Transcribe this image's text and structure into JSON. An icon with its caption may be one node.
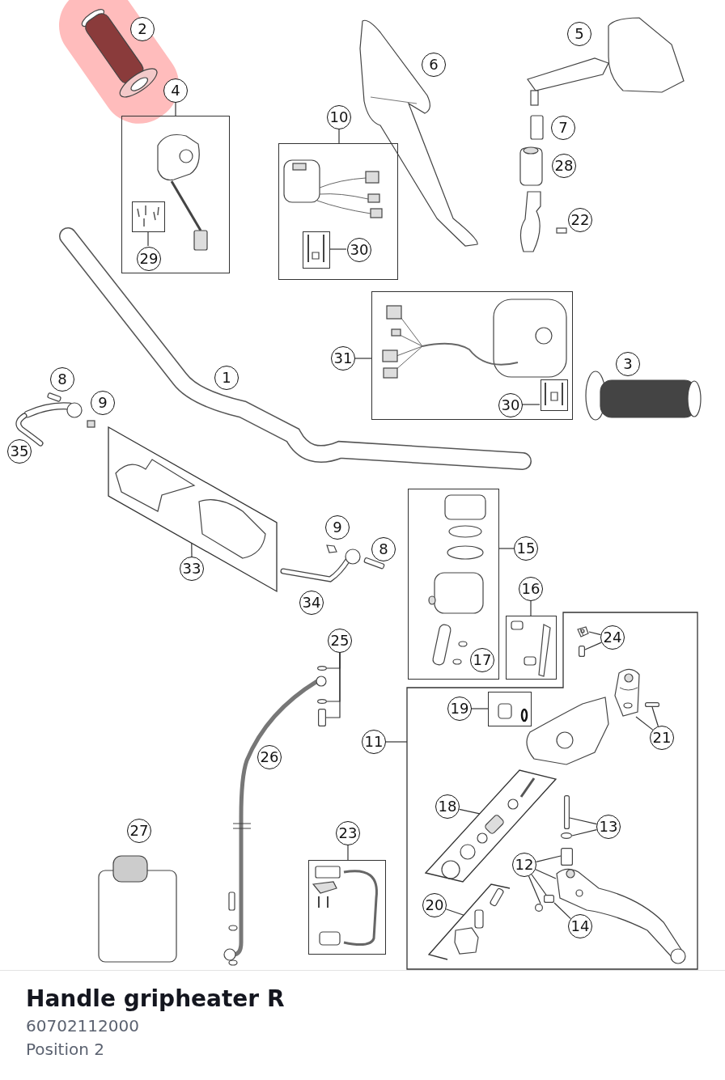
{
  "diagram": {
    "title": "Handle gripheater R",
    "nodes": [
      {
        "text": [
          "2"
        ]
      },
      {
        "text": [
          "4"
        ]
      },
      {
        "text": [],
        "shape": "box"
      },
      {
        "text": [],
        "shape": "box",
        "in": 2
      },
      {
        "text": [
          "29"
        ],
        "in": 2
      },
      {
        "text": [
          "6"
        ]
      },
      {
        "text": [
          "10"
        ]
      },
      {
        "text": [],
        "shape": "box"
      },
      {
        "text": [],
        "shape": "box",
        "in": 7
      },
      {
        "text": [
          "30"
        ],
        "in": 7
      },
      {
        "text": [
          "5"
        ]
      },
      {
        "text": [
          "7"
        ]
      },
      {
        "text": [
          "28"
        ]
      },
      {
        "text": [
          "22"
        ]
      },
      {
        "text": [
          "31"
        ]
      },
      {
        "text": [],
        "shape": "box"
      },
      {
        "text": [],
        "shape": "box",
        "in": 15
      },
      {
        "text": [
          "30"
        ],
        "in": 15
      },
      {
        "text": [
          "3"
        ]
      },
      {
        "text": [
          "1"
        ]
      },
      {
        "text": [
          "8"
        ]
      },
      {
        "text": [
          "9"
        ]
      },
      {
        "text": [
          "35"
        ]
      },
      {
        "text": [],
        "shape": "box"
      },
      {
        "text": [
          "33"
        ]
      },
      {
        "text": [
          "9"
        ]
      },
      {
        "text": [
          "8"
        ]
      },
      {
        "text": [
          "34"
        ]
      },
      {
        "text": [],
        "shape": "box"
      },
      {
        "text": [
          "15"
        ]
      },
      {
        "text": [
          "17"
        ],
        "in": 28
      },
      {
        "text": [
          "16"
        ]
      },
      {
        "text": [],
        "shape": "box"
      },
      {
        "text": [
          "25"
        ]
      },
      {
        "text": [],
        "shape": "box"
      },
      {
        "text": [
          "24"
        ],
        "in": 34
      },
      {
        "text": [
          "19"
        ],
        "in": 34
      },
      {
        "text": [],
        "shape": "box",
        "in": 34
      },
      {
        "text": [
          "11"
        ]
      },
      {
        "text": [
          "21"
        ],
        "in": 34
      },
      {
        "text": [],
        "shape": "box",
        "in": 34
      },
      {
        "text": [
          "18"
        ],
        "in": 34
      },
      {
        "text": [
          "13"
        ],
        "in": 34
      },
      {
        "text": [
          "12"
        ],
        "in": 34
      },
      {
        "text": [
          "20"
        ],
        "in": 34
      },
      {
        "text": [],
        "shape": "box",
        "in": 34
      },
      {
        "text": [
          "14"
        ],
        "in": 34
      },
      {
        "text": [
          "26"
        ]
      },
      {
        "text": [
          "27"
        ]
      },
      {
        "text": [
          "23"
        ]
      },
      {
        "text": [],
        "shape": "box"
      },
      {
        "text": [],
        "shape": "circle"
      },
      {
        "text": [],
        "shape": "circle"
      },
      {
        "text": [],
        "shape": "box"
      },
      {
        "text": [],
        "shape": "picture",
        "in": 34
      },
      {
        "text": [],
        "shape": "box",
        "in": 34
      },
      {
        "text": [],
        "shape": "picture",
        "in": 34
      },
      {
        "text": [],
        "shape": "box",
        "in": 34
      },
      {
        "text": [],
        "shape": "box",
        "in": 34
      },
      {
        "text": [],
        "shape": "circle",
        "in": 34
      },
      {
        "text": [],
        "shape": "box",
        "in": 34
      },
      {
        "text": [],
        "shape": "picture",
        "in": 34
      },
      {
        "text": [],
        "shape": "box",
        "in": 34
      },
      {
        "text": [],
        "shape": "circle",
        "in": 34
      }
    ],
    "edges": [
      {
        "from": 1,
        "to": 2,
        "arrow": "none"
      },
      {
        "from": 4,
        "to": 3,
        "arrow": "none"
      },
      {
        "from": 6,
        "to": 7,
        "arrow": "none"
      },
      {
        "from": 9,
        "to": 8,
        "arrow": "none"
      },
      {
        "from": 14,
        "to": 15,
        "arrow": "none"
      },
      {
        "from": 17,
        "to": 16,
        "arrow": "none"
      },
      {
        "from": 24,
        "to": 23,
        "arrow": "none"
      },
      {
        "from": 29,
        "to": 28,
        "arrow": "none"
      },
      {
        "from": 31,
        "to": 32,
        "arrow": "none"
      },
      {
        "from": 33,
        "to": 51,
        "arrow": "none"
      },
      {
        "from": 33,
        "to": 52,
        "arrow": "none"
      },
      {
        "from": 33,
        "to": 53,
        "arrow": "none"
      },
      {
        "from": 35,
        "to": 54,
        "arrow": "none"
      },
      {
        "from": 35,
        "to": 55,
        "arrow": "none"
      },
      {
        "from": 36,
        "to": 37,
        "arrow": "none"
      },
      {
        "from": 38,
        "to": 34,
        "arrow": "none"
      },
      {
        "from": 39,
        "to": 56,
        "arrow": "none"
      },
      {
        "from": 39,
        "to": 57,
        "arrow": "none"
      },
      {
        "from": 41,
        "to": 40,
        "arrow": "none"
      },
      {
        "from": 42,
        "to": 58,
        "arrow": "none"
      },
      {
        "from": 42,
        "to": 59,
        "arrow": "none"
      },
      {
        "from": 43,
        "to": 60,
        "arrow": "none"
      },
      {
        "from": 43,
        "to": 61,
        "arrow": "none"
      },
      {
        "from": 43,
        "to": 63,
        "arrow": "none"
      },
      {
        "from": 43,
        "to": 62,
        "arrow": "none"
      },
      {
        "from": 44,
        "to": 45,
        "arrow": "none"
      },
      {
        "from": 46,
        "to": 62,
        "arrow": "none"
      },
      {
        "from": 49,
        "to": 50,
        "arrow": "none"
      }
    ],
    "labels": [
      "60702112000",
      "Position 2"
    ]
  }
}
